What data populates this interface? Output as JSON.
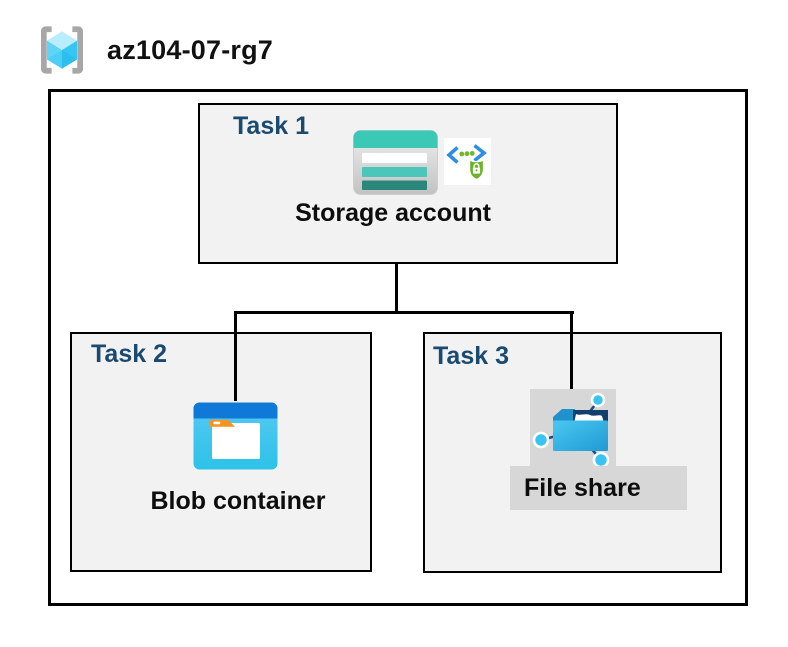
{
  "header": {
    "icon": "resource-group-icon",
    "title": "az104-07-rg7"
  },
  "diagram": {
    "tasks": [
      {
        "label": "Task 1",
        "item_label": "Storage account",
        "icons": [
          "storage-account-icon",
          "secure-endpoint-icon"
        ]
      },
      {
        "label": "Task 2",
        "item_label": "Blob container",
        "icons": [
          "blob-container-icon"
        ]
      },
      {
        "label": "Task 3",
        "item_label": "File share",
        "icons": [
          "file-share-icon"
        ]
      }
    ],
    "connections": [
      {
        "from": "Storage account",
        "to": "Blob container"
      },
      {
        "from": "Storage account",
        "to": "File share"
      }
    ]
  },
  "colors": {
    "title_color": "#1b4a70",
    "box_fill": "#f2f2f2",
    "line_color": "#000000",
    "icon_bg": "#d7d7d7",
    "storage_teal": "#3bc9b6",
    "storage_teal_dark": "#2b867c",
    "blob_header_blue": "#1079d8",
    "blob_body_cyan": "#3fc3ee",
    "folder_tab_orange": "#f6921e",
    "secure_bracket_blue": "#2d8fe3",
    "secure_green": "#72b62c",
    "fileshare_navy": "#123f6c",
    "fileshare_cyan": "#38c4f3",
    "rg_bracket_gray": "#a7a7a7",
    "rg_cube_light": "#b9edfc",
    "rg_cube_mid": "#5fd4f7",
    "rg_cube_dark": "#35c6f1"
  }
}
